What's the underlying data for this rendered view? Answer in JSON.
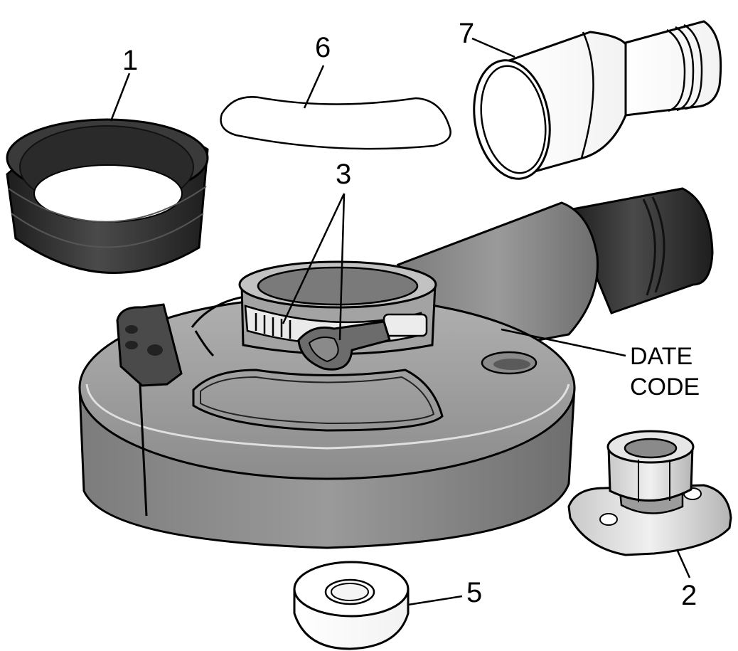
{
  "labels": {
    "part_1": "1",
    "part_2": "2",
    "part_3": "3",
    "part_5": "5",
    "part_6": "6",
    "part_7": "7",
    "date_code_line1": "DATE",
    "date_code_line2": "CODE"
  },
  "colors": {
    "gasket_dark": "#2b2b2b",
    "guard_body": "#8a8a8a",
    "guard_light": "#a4a4a4",
    "metal_light": "#cfcfcf",
    "outline": "#000000"
  },
  "icons": {
    "part_1": "rubber-ring-gasket",
    "part_2": "threaded-adapter-plate",
    "part_3": "hose-clamps",
    "part_5": "spacer-washer",
    "part_6": "brush-strip",
    "part_7": "vacuum-adapter-nozzle",
    "main": "grinder-dust-shroud"
  }
}
